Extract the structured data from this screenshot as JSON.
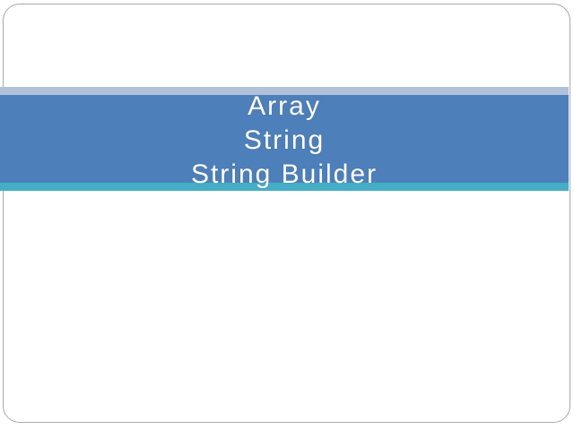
{
  "slide": {
    "title_lines": [
      "Array",
      "String",
      "String Builder"
    ]
  },
  "colors": {
    "background": "#ffffff",
    "slide_border": "#a9a9a9",
    "strip_light_blue": "#b2c1da",
    "band_blue": "#4d80ba",
    "strip_teal": "#45aec6",
    "title_text": "#fdfdfe"
  }
}
